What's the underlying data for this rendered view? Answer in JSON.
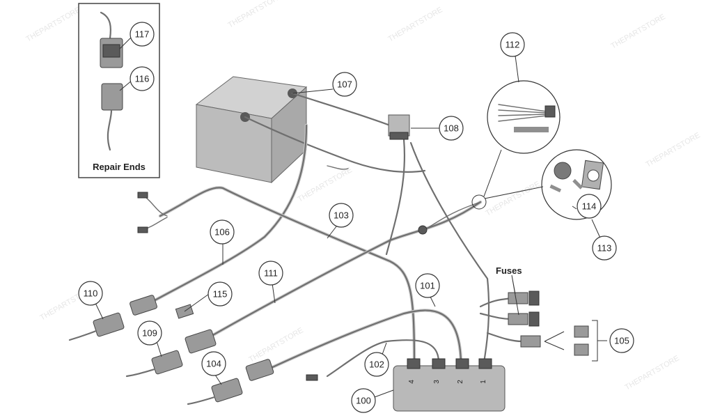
{
  "labels": {
    "repair_ends": "Repair Ends",
    "fuses": "Fuses"
  },
  "callouts": {
    "c100": "100",
    "c101": "101",
    "c102": "102",
    "c103": "103",
    "c104": "104",
    "c105": "105",
    "c106": "106",
    "c107": "107",
    "c108": "108",
    "c109": "109",
    "c110": "110",
    "c111": "111",
    "c112": "112",
    "c113": "113",
    "c114": "114",
    "c115": "115",
    "c116": "116",
    "c117": "117"
  },
  "ports": {
    "p4": "4",
    "p3": "3",
    "p2": "2",
    "p1": "1"
  },
  "watermark": "THEPARTSTORE",
  "colors": {
    "line": "#333333",
    "wire": "#6f6f6f",
    "part": "#9a9a9a"
  }
}
